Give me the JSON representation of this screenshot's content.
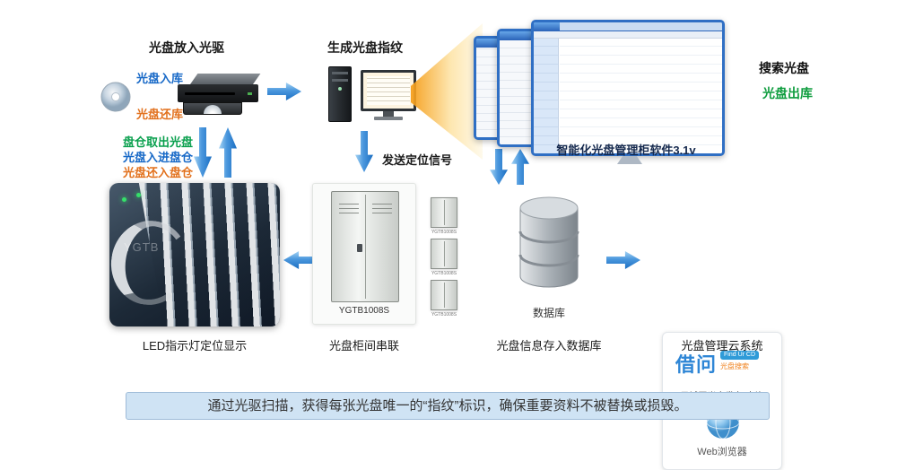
{
  "top": {
    "step1_title": "光盘放入光驱",
    "disc_in": "光盘入库",
    "disc_return": "光盘还库",
    "step2_title": "生成光盘指纹",
    "software_name": "智能化光盘管理柜软件3.1v",
    "search_label": "搜索光盘",
    "disc_out": "光盘出库"
  },
  "middle": {
    "bin_out": "盘仓取出光盘",
    "bin_in": "光盘入进盘仓",
    "bin_return": "光盘还入盘仓",
    "send_signal": "发送定位信号"
  },
  "bottom": {
    "led_caption": "LED指示灯定位显示",
    "led_watermark": "YGTB",
    "cabinet_model": "YGTB1008S",
    "cabinet_caption": "光盘柜间串联",
    "mini_label": "YGTB1008S",
    "db_label": "数据库",
    "db_caption": "光盘信息存入数据库",
    "cloud_brand": "借问",
    "cloud_tag": "Find Ur CD",
    "cloud_sub": "光盘搜索",
    "cloud_desc": "局域网光盘发布·查询",
    "cloud_web": "Web浏览器",
    "cloud_caption": "光盘管理云系统"
  },
  "banner": {
    "text": "通过光驱扫描，获得每张光盘唯一的“指纹”标识，确保重要资料不被替换或损毁。"
  },
  "colors": {
    "arrow_blue": "#1b6ec2",
    "text_blue": "#1668c7",
    "text_orange": "#e2711d",
    "text_green": "#0aa04e",
    "banner_bg": "#cfe3f4",
    "accent_navy": "#15294e"
  }
}
